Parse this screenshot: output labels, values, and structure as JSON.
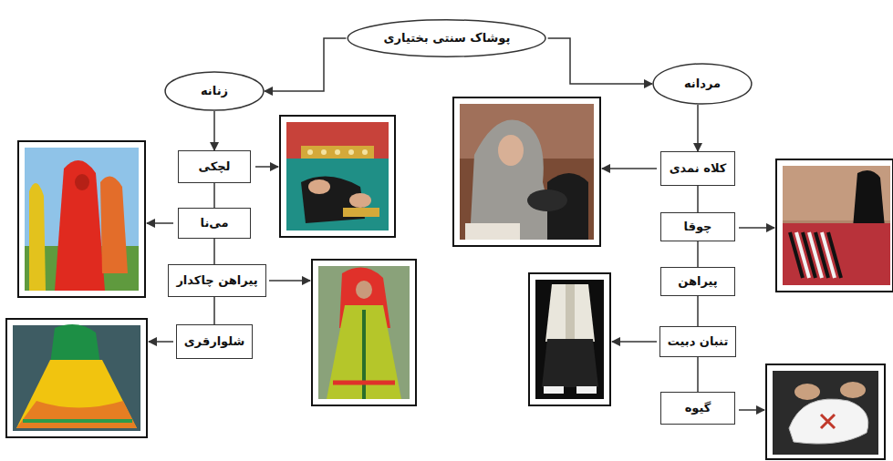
{
  "diagram": {
    "nodes": [
      {
        "text": [
          "پوشاک سنتی بختیاری"
        ]
      },
      {
        "text": [
          "زنانه"
        ]
      },
      {
        "text": [
          "لچکی"
        ]
      },
      {
        "text": [
          "می‌نا"
        ]
      },
      {
        "text": [
          "پیراهن چاکدار"
        ]
      },
      {
        "text": [
          "شلوارقری"
        ]
      },
      {
        "text": [
          "مردانه"
        ]
      },
      {
        "text": [
          "کلاه نمدی"
        ]
      },
      {
        "text": [
          "چوقا"
        ]
      },
      {
        "text": [
          "پیراهن"
        ]
      },
      {
        "text": [
          "تنبان دبیت"
        ]
      },
      {
        "text": [
          "گیوه"
        ]
      }
    ],
    "edges": [
      {
        "from": 0,
        "to": 1,
        "arrow": "to"
      },
      {
        "from": 0,
        "to": 6,
        "arrow": "to"
      },
      {
        "from": 1,
        "to": 2,
        "arrow": "to"
      },
      {
        "from": 2,
        "to": 3,
        "arrow": "none"
      },
      {
        "from": 3,
        "to": 4,
        "arrow": "none"
      },
      {
        "from": 4,
        "to": 5,
        "arrow": "none"
      },
      {
        "from": 6,
        "to": 7,
        "arrow": "to"
      },
      {
        "from": 7,
        "to": 8,
        "arrow": "none"
      },
      {
        "from": 8,
        "to": 9,
        "arrow": "none"
      },
      {
        "from": 9,
        "to": 10,
        "arrow": "none"
      },
      {
        "from": 10,
        "to": 11,
        "arrow": "none"
      }
    ]
  }
}
